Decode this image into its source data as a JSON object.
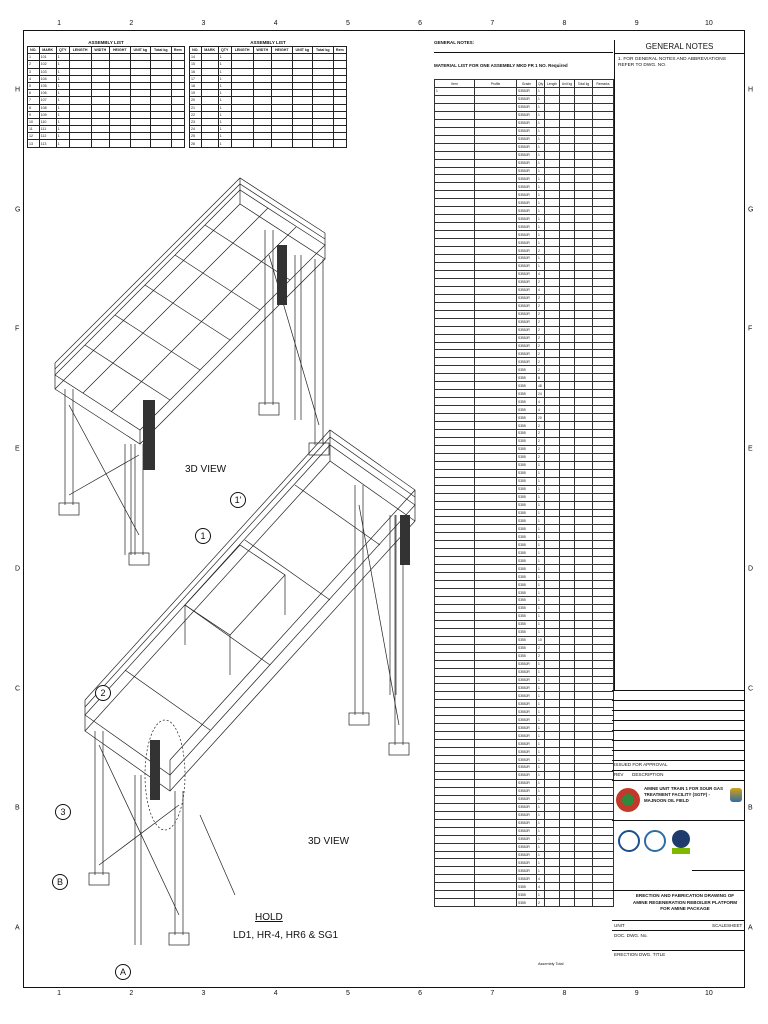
{
  "zones": {
    "columns": [
      "1",
      "2",
      "3",
      "4",
      "5",
      "6",
      "7",
      "8",
      "9",
      "10"
    ],
    "rows": [
      "A",
      "B",
      "C",
      "D",
      "E",
      "F",
      "G",
      "H"
    ]
  },
  "assembly_list_1": {
    "title": "ASSEMBLY LIST",
    "headers": [
      "NO.",
      "MARK",
      "QTY",
      "LENGTH",
      "WIDTH",
      "HEIGHT",
      "UNIT kg",
      "Total kg",
      "Rem"
    ],
    "rows": [
      [
        "1",
        "101",
        "1",
        "",
        "",
        "",
        "",
        "",
        ""
      ],
      [
        "2",
        "102",
        "1",
        "",
        "",
        "",
        "",
        "",
        ""
      ],
      [
        "3",
        "103",
        "1",
        "",
        "",
        "",
        "",
        "",
        ""
      ],
      [
        "4",
        "104",
        "1",
        "",
        "",
        "",
        "",
        "",
        ""
      ],
      [
        "5",
        "105",
        "1",
        "",
        "",
        "",
        "",
        "",
        ""
      ],
      [
        "6",
        "106",
        "1",
        "",
        "",
        "",
        "",
        "",
        ""
      ],
      [
        "7",
        "107",
        "1",
        "",
        "",
        "",
        "",
        "",
        ""
      ],
      [
        "8",
        "108",
        "1",
        "",
        "",
        "",
        "",
        "",
        ""
      ],
      [
        "9",
        "109",
        "1",
        "",
        "",
        "",
        "",
        "",
        ""
      ],
      [
        "10",
        "110",
        "1",
        "",
        "",
        "",
        "",
        "",
        ""
      ],
      [
        "11",
        "111",
        "1",
        "",
        "",
        "",
        "",
        "",
        ""
      ],
      [
        "12",
        "112",
        "1",
        "",
        "",
        "",
        "",
        "",
        ""
      ],
      [
        "13",
        "113",
        "1",
        "",
        "",
        "",
        "",
        "",
        ""
      ]
    ]
  },
  "assembly_list_2": {
    "title": "ASSEMBLY LIST",
    "headers": [
      "NO.",
      "MARK",
      "QTY",
      "LENGTH",
      "WIDTH",
      "HEIGHT",
      "UNIT kg",
      "Total kg",
      "Rem"
    ],
    "rows": [
      [
        "14",
        "",
        "1",
        "",
        "",
        "",
        "",
        "",
        ""
      ],
      [
        "15",
        "",
        "1",
        "",
        "",
        "",
        "",
        "",
        ""
      ],
      [
        "16",
        "",
        "1",
        "",
        "",
        "",
        "",
        "",
        ""
      ],
      [
        "17",
        "",
        "1",
        "",
        "",
        "",
        "",
        "",
        ""
      ],
      [
        "18",
        "",
        "1",
        "",
        "",
        "",
        "",
        "",
        ""
      ],
      [
        "19",
        "",
        "1",
        "",
        "",
        "",
        "",
        "",
        ""
      ],
      [
        "20",
        "",
        "1",
        "",
        "",
        "",
        "",
        "",
        ""
      ],
      [
        "21",
        "",
        "1",
        "",
        "",
        "",
        "",
        "",
        ""
      ],
      [
        "22",
        "",
        "1",
        "",
        "",
        "",
        "",
        "",
        ""
      ],
      [
        "23",
        "",
        "1",
        "",
        "",
        "",
        "",
        "",
        ""
      ],
      [
        "24",
        "",
        "1",
        "",
        "",
        "",
        "",
        "",
        ""
      ],
      [
        "25",
        "",
        "1",
        "",
        "",
        "",
        "",
        "",
        ""
      ],
      [
        "26",
        "",
        "1",
        "",
        "",
        "",
        "",
        "",
        ""
      ]
    ]
  },
  "material": {
    "general_notes_label": "GENERAL NOTES:",
    "title": "MATERIAL LIST FOR ONE ASSEMBLY MKD  FR   1   NO. Required",
    "headers": [
      "Item",
      "Profile",
      "Grade",
      "Qty",
      "Length",
      "Unit kg",
      "Total kg",
      "Remarks"
    ],
    "rows": [
      [
        "1",
        "",
        "S355JR",
        "1",
        "",
        "",
        "",
        ""
      ],
      [
        "",
        "",
        "S355JR",
        "1",
        "",
        "",
        "",
        ""
      ],
      [
        "",
        "",
        "S355JR",
        "1",
        "",
        "",
        "",
        ""
      ],
      [
        "",
        "",
        "S355JR",
        "1",
        "",
        "",
        "",
        ""
      ],
      [
        "",
        "",
        "S355JR",
        "1",
        "",
        "",
        "",
        ""
      ],
      [
        "",
        "",
        "S355JR",
        "1",
        "",
        "",
        "",
        ""
      ],
      [
        "",
        "",
        "S355JR",
        "1",
        "",
        "",
        "",
        ""
      ],
      [
        "",
        "",
        "S355JR",
        "1",
        "",
        "",
        "",
        ""
      ],
      [
        "",
        "",
        "S355JR",
        "1",
        "",
        "",
        "",
        ""
      ],
      [
        "",
        "",
        "S355JR",
        "1",
        "",
        "",
        "",
        ""
      ],
      [
        "",
        "",
        "S355JR",
        "1",
        "",
        "",
        "",
        ""
      ],
      [
        "",
        "",
        "S355JR",
        "1",
        "",
        "",
        "",
        ""
      ],
      [
        "",
        "",
        "S355JR",
        "1",
        "",
        "",
        "",
        ""
      ],
      [
        "",
        "",
        "S355JR",
        "1",
        "",
        "",
        "",
        ""
      ],
      [
        "",
        "",
        "S355JR",
        "1",
        "",
        "",
        "",
        ""
      ],
      [
        "",
        "",
        "S355JR",
        "1",
        "",
        "",
        "",
        ""
      ],
      [
        "",
        "",
        "S355JR",
        "1",
        "",
        "",
        "",
        ""
      ],
      [
        "",
        "",
        "S355JR",
        "1",
        "",
        "",
        "",
        ""
      ],
      [
        "",
        "",
        "S355JR",
        "1",
        "",
        "",
        "",
        ""
      ],
      [
        "",
        "",
        "S355JR",
        "1",
        "",
        "",
        "",
        ""
      ],
      [
        "",
        "",
        "S355JR",
        "2",
        "",
        "",
        "",
        ""
      ],
      [
        "",
        "",
        "S355JR",
        "1",
        "",
        "",
        "",
        ""
      ],
      [
        "",
        "",
        "S355JR",
        "1",
        "",
        "",
        "",
        ""
      ],
      [
        "",
        "",
        "S355JR",
        "4",
        "",
        "",
        "",
        ""
      ],
      [
        "",
        "",
        "S355JR",
        "2",
        "",
        "",
        "",
        ""
      ],
      [
        "",
        "",
        "S355JR",
        "4",
        "",
        "",
        "",
        ""
      ],
      [
        "",
        "",
        "S355JR",
        "2",
        "",
        "",
        "",
        ""
      ],
      [
        "",
        "",
        "S355JR",
        "2",
        "",
        "",
        "",
        ""
      ],
      [
        "",
        "",
        "S355JR",
        "2",
        "",
        "",
        "",
        ""
      ],
      [
        "",
        "",
        "S355JR",
        "2",
        "",
        "",
        "",
        ""
      ],
      [
        "",
        "",
        "S355JR",
        "2",
        "",
        "",
        "",
        ""
      ],
      [
        "",
        "",
        "S355JR",
        "2",
        "",
        "",
        "",
        ""
      ],
      [
        "",
        "",
        "S355JR",
        "2",
        "",
        "",
        "",
        ""
      ],
      [
        "",
        "",
        "S355JR",
        "2",
        "",
        "",
        "",
        ""
      ],
      [
        "",
        "",
        "S355JR",
        "2",
        "",
        "",
        "",
        ""
      ],
      [
        "",
        "",
        "S355",
        "2",
        "",
        "",
        "",
        ""
      ],
      [
        "",
        "",
        "S355",
        "8",
        "",
        "",
        "",
        ""
      ],
      [
        "",
        "",
        "S355",
        "48",
        "",
        "",
        "",
        ""
      ],
      [
        "",
        "",
        "S355",
        "24",
        "",
        "",
        "",
        ""
      ],
      [
        "",
        "",
        "S355",
        "4",
        "",
        "",
        "",
        ""
      ],
      [
        "",
        "",
        "S355",
        "4",
        "",
        "",
        "",
        ""
      ],
      [
        "",
        "",
        "S355",
        "20",
        "",
        "",
        "",
        ""
      ],
      [
        "",
        "",
        "S355",
        "2",
        "",
        "",
        "",
        ""
      ],
      [
        "",
        "",
        "S355",
        "2",
        "",
        "",
        "",
        ""
      ],
      [
        "",
        "",
        "S355",
        "2",
        "",
        "",
        "",
        ""
      ],
      [
        "",
        "",
        "S355",
        "2",
        "",
        "",
        "",
        ""
      ],
      [
        "",
        "",
        "S355",
        "2",
        "",
        "",
        "",
        ""
      ],
      [
        "",
        "",
        "S355",
        "1",
        "",
        "",
        "",
        ""
      ],
      [
        "",
        "",
        "S355",
        "1",
        "",
        "",
        "",
        ""
      ],
      [
        "",
        "",
        "S355",
        "1",
        "",
        "",
        "",
        ""
      ],
      [
        "",
        "",
        "S355",
        "1",
        "",
        "",
        "",
        ""
      ],
      [
        "",
        "",
        "S355",
        "1",
        "",
        "",
        "",
        ""
      ],
      [
        "",
        "",
        "S355",
        "1",
        "",
        "",
        "",
        ""
      ],
      [
        "",
        "",
        "S355",
        "1",
        "",
        "",
        "",
        ""
      ],
      [
        "",
        "",
        "S355",
        "1",
        "",
        "",
        "",
        ""
      ],
      [
        "",
        "",
        "S355",
        "1",
        "",
        "",
        "",
        ""
      ],
      [
        "",
        "",
        "S355",
        "1",
        "",
        "",
        "",
        ""
      ],
      [
        "",
        "",
        "S355",
        "1",
        "",
        "",
        "",
        ""
      ],
      [
        "",
        "",
        "S355",
        "1",
        "",
        "",
        "",
        ""
      ],
      [
        "",
        "",
        "S355",
        "1",
        "",
        "",
        "",
        ""
      ],
      [
        "",
        "",
        "S355",
        "1",
        "",
        "",
        "",
        ""
      ],
      [
        "",
        "",
        "S355",
        "1",
        "",
        "",
        "",
        ""
      ],
      [
        "",
        "",
        "S355",
        "1",
        "",
        "",
        "",
        ""
      ],
      [
        "",
        "",
        "S355",
        "1",
        "",
        "",
        "",
        ""
      ],
      [
        "",
        "",
        "S355",
        "1",
        "",
        "",
        "",
        ""
      ],
      [
        "",
        "",
        "S355",
        "1",
        "",
        "",
        "",
        ""
      ],
      [
        "",
        "",
        "S355",
        "1",
        "",
        "",
        "",
        ""
      ],
      [
        "",
        "",
        "S355",
        "1",
        "",
        "",
        "",
        ""
      ],
      [
        "",
        "",
        "S355",
        "1",
        "",
        "",
        "",
        ""
      ],
      [
        "",
        "",
        "S355",
        "10",
        "",
        "",
        "",
        ""
      ],
      [
        "",
        "",
        "S355",
        "2",
        "",
        "",
        "",
        ""
      ],
      [
        "",
        "",
        "S355",
        "2",
        "",
        "",
        "",
        ""
      ],
      [
        "",
        "",
        "S355JR",
        "1",
        "",
        "",
        "",
        ""
      ],
      [
        "",
        "",
        "S355JR",
        "1",
        "",
        "",
        "",
        ""
      ],
      [
        "",
        "",
        "S355JR",
        "1",
        "",
        "",
        "",
        ""
      ],
      [
        "",
        "",
        "S355JR",
        "1",
        "",
        "",
        "",
        ""
      ],
      [
        "",
        "",
        "S355JR",
        "1",
        "",
        "",
        "",
        ""
      ],
      [
        "",
        "",
        "S355JR",
        "1",
        "",
        "",
        "",
        ""
      ],
      [
        "",
        "",
        "S355JR",
        "1",
        "",
        "",
        "",
        ""
      ],
      [
        "",
        "",
        "S355JR",
        "1",
        "",
        "",
        "",
        ""
      ],
      [
        "",
        "",
        "S355JR",
        "1",
        "",
        "",
        "",
        ""
      ],
      [
        "",
        "",
        "S355JR",
        "1",
        "",
        "",
        "",
        ""
      ],
      [
        "",
        "",
        "S355JR",
        "1",
        "",
        "",
        "",
        ""
      ],
      [
        "",
        "",
        "S355JR",
        "1",
        "",
        "",
        "",
        ""
      ],
      [
        "",
        "",
        "S355JR",
        "1",
        "",
        "",
        "",
        ""
      ],
      [
        "",
        "",
        "S355JR",
        "1",
        "",
        "",
        "",
        ""
      ],
      [
        "",
        "",
        "S355JR",
        "1",
        "",
        "",
        "",
        ""
      ],
      [
        "",
        "",
        "S355JR",
        "1",
        "",
        "",
        "",
        ""
      ],
      [
        "",
        "",
        "S355JR",
        "1",
        "",
        "",
        "",
        ""
      ],
      [
        "",
        "",
        "S355JR",
        "1",
        "",
        "",
        "",
        ""
      ],
      [
        "",
        "",
        "S355JR",
        "1",
        "",
        "",
        "",
        ""
      ],
      [
        "",
        "",
        "S355JR",
        "1",
        "",
        "",
        "",
        ""
      ],
      [
        "",
        "",
        "S355JR",
        "1",
        "",
        "",
        "",
        ""
      ],
      [
        "",
        "",
        "S355JR",
        "1",
        "",
        "",
        "",
        ""
      ],
      [
        "",
        "",
        "S355JR",
        "1",
        "",
        "",
        "",
        ""
      ],
      [
        "",
        "",
        "S355JR",
        "1",
        "",
        "",
        "",
        ""
      ],
      [
        "",
        "",
        "S355JR",
        "1",
        "",
        "",
        "",
        ""
      ],
      [
        "",
        "",
        "S355JR",
        "1",
        "",
        "",
        "",
        ""
      ],
      [
        "",
        "",
        "S355JR",
        "1",
        "",
        "",
        "",
        ""
      ],
      [
        "",
        "",
        "S355JR",
        "4",
        "",
        "",
        "",
        ""
      ],
      [
        "",
        "",
        "S355",
        "4",
        "",
        "",
        "",
        ""
      ],
      [
        "",
        "",
        "S355",
        "1",
        "",
        "",
        "",
        ""
      ],
      [
        "",
        "",
        "S355",
        "2",
        "",
        "",
        "",
        ""
      ]
    ],
    "total_label": "Assembly Total"
  },
  "general_notes": {
    "title": "GENERAL NOTES",
    "note_1": "1.   FOR GENERAL NOTES AND ABBREVIATIONS REFER TO DWG. NO."
  },
  "title_block": {
    "revision_status": "ISSUED FOR APPROVAL",
    "rev_label": "REV",
    "description_label": "DESCRIPTION",
    "project_title": "AMINE UNIT TRAIN 1 FOR SOUR GAS TREATMENT FACILITY (SGTF) - MAJNOON OIL FIELD",
    "drawing_title": "ERECTION AND FABRICATION DRAWING OF AMINE REGENERATION REBOILER PLATFORM FOR AMINE PACKAGE",
    "unit_label": "UNIT",
    "dwg_no_label": "DOC. DWG. No.",
    "title_label": "ERECTION DWG. TITLE",
    "scale_label": "SCALE",
    "sheet_label": "SHEET"
  },
  "drawing": {
    "view_label_1": "3D VIEW",
    "view_label_2": "3D VIEW",
    "grid_1": "1",
    "grid_1p": "1'",
    "grid_2": "2",
    "grid_3": "3",
    "grid_b": "B",
    "grid_a": "A",
    "hold_title": "HOLD",
    "hold_detail": "LD1, HR-4, HR6 & SG1"
  }
}
